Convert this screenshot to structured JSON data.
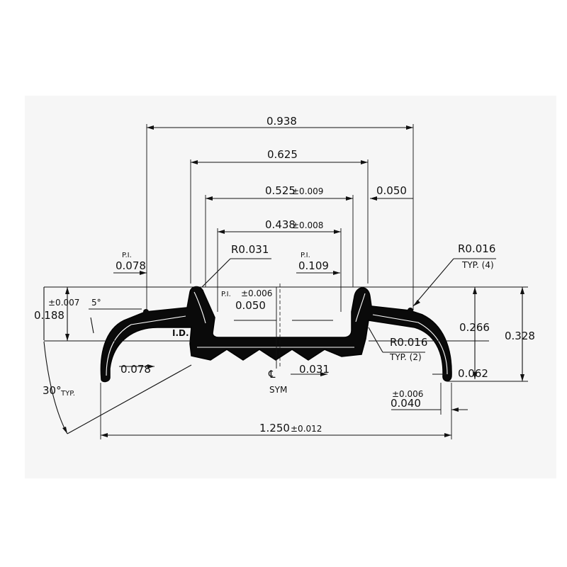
{
  "dimensions": {
    "overall_top": "0.938",
    "width_625": "0.625",
    "width_525": "0.525",
    "tol_525": "±0.009",
    "gap_050_right": "0.050",
    "width_438": "0.438",
    "tol_438": "±0.008",
    "radius_031": "R0.031",
    "pi_left": "P.I.",
    "dim_078_top": "0.078",
    "pi_center": "P.I.",
    "dim_109": "0.109",
    "radius_016_top": "R0.016",
    "typ_4": "TYP. (4)",
    "tol_007": "±0.007",
    "angle_5": "5°",
    "dim_188": "0.188",
    "pi_mid": "P.I.",
    "tol_006_mid": "±0.006",
    "dim_050_center": "0.050",
    "id_label": "I.D.",
    "radius_016_bottom": "R0.016",
    "typ_2": "TYP. (2)",
    "dim_266": "0.266",
    "dim_328": "0.328",
    "dim_062": "0.062",
    "dim_078_bottom": "0.078",
    "centerline": "℄",
    "sym": "SYM",
    "dim_031": "0.031",
    "tol_006_bottom": "±0.006",
    "dim_040": "0.040",
    "angle_30": "30°",
    "typ_angle": "TYP.",
    "overall_bottom": "1.250",
    "tol_1250": "±0.012"
  }
}
